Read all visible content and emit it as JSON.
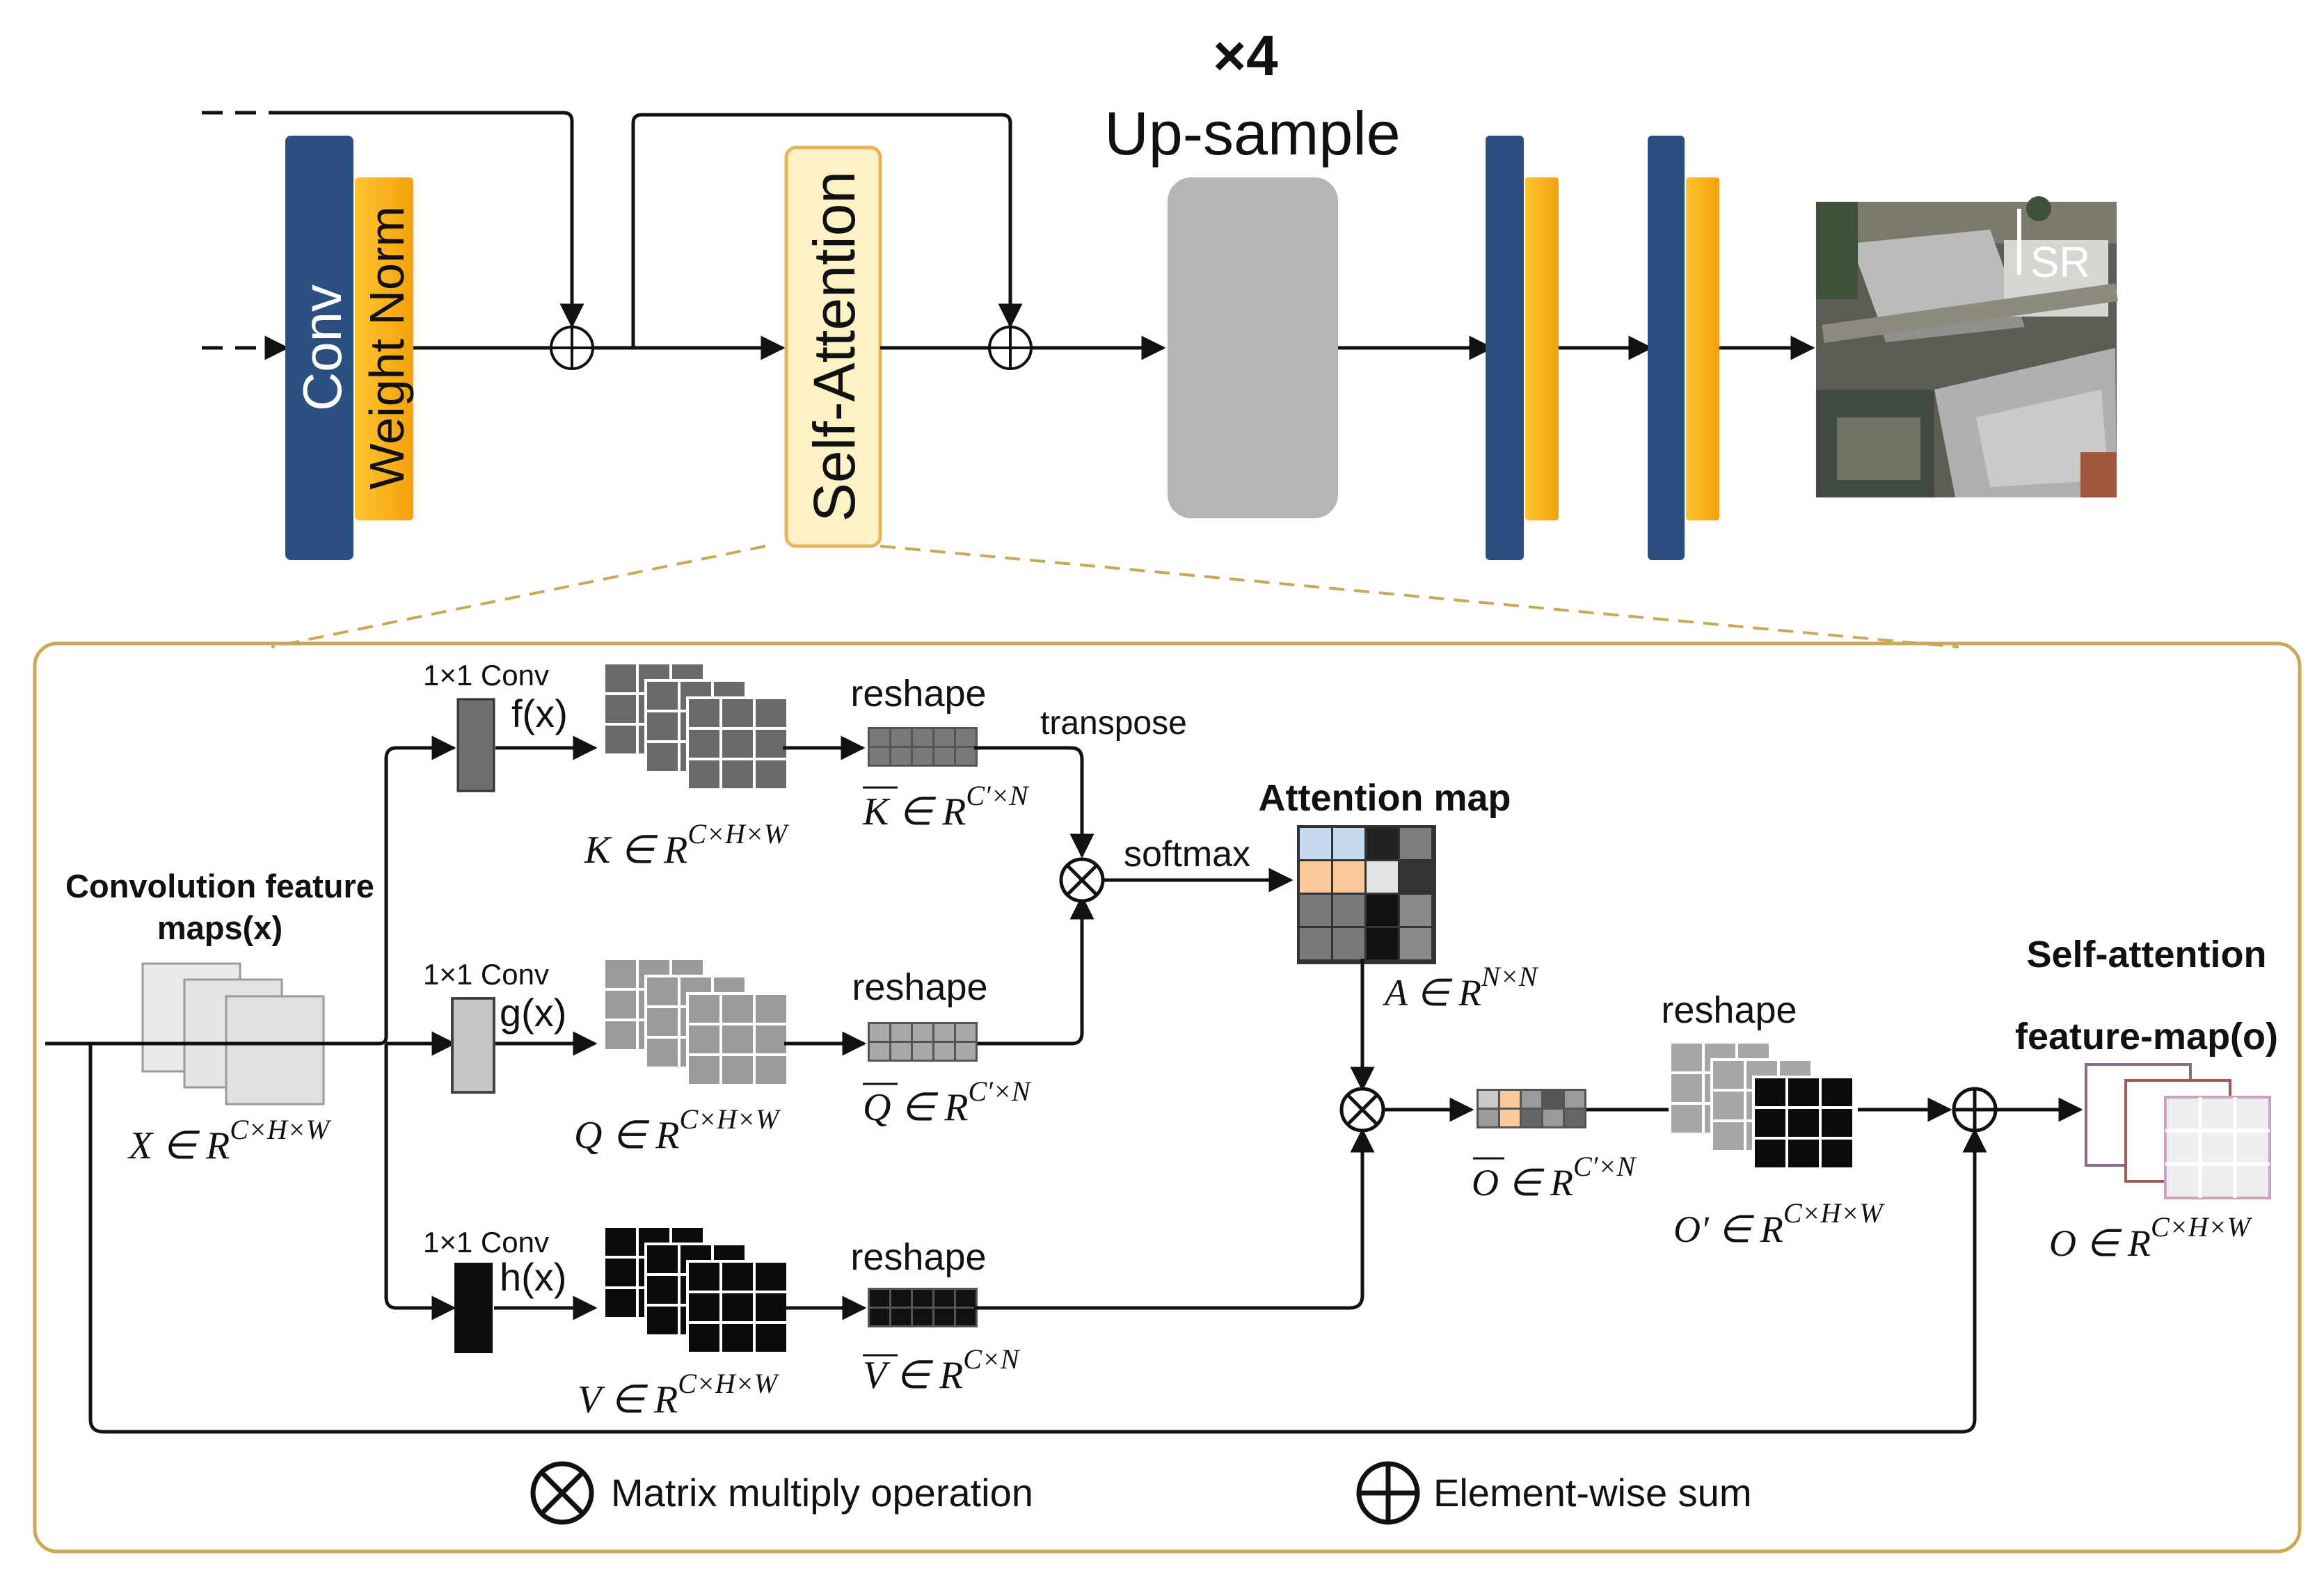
{
  "top": {
    "upsample_factor": "×4",
    "upsample_label": "Up-sample",
    "conv_label": "Conv",
    "weight_norm_label": "Weight Norm",
    "self_attention_label": "Self-Attention",
    "sr_label": "SR"
  },
  "detail": {
    "input_title_line1": "Convolution feature",
    "input_title_line2": "maps(x)",
    "input_formula": "X ∈ R",
    "input_formula_sup": "C×H×W",
    "branches": [
      {
        "conv_label": "1×1 Conv",
        "fn": "f(x)",
        "tensor": "K ∈ R",
        "tensor_sup": "C×H×W",
        "reshape": "reshape",
        "reshaped": "K ∈ R",
        "reshaped_sup": "C′×N"
      },
      {
        "conv_label": "1×1 Conv",
        "fn": "g(x)",
        "tensor": "Q ∈ R",
        "tensor_sup": "C×H×W",
        "reshape": "reshape",
        "reshaped": "Q ∈ R",
        "reshaped_sup": "C′×N"
      },
      {
        "conv_label": "1×1 Conv",
        "fn": "h(x)",
        "tensor": "V ∈ R",
        "tensor_sup": "C×H×W",
        "reshape": "reshape",
        "reshaped": "V ∈ R",
        "reshaped_sup": "C×N"
      }
    ],
    "transpose_label": "transpose",
    "softmax_label": "softmax",
    "attention_title": "Attention map",
    "attention_formula": "A ∈ R",
    "attention_formula_sup": "N×N",
    "o_bar_formula": "O ∈ R",
    "o_bar_formula_sup": "C′×N",
    "o_reshape_label": "reshape",
    "o_prime_formula": "O′ ∈ R",
    "o_prime_formula_sup": "C×H×W",
    "output_title_line1": "Self-attention",
    "output_title_line2": "feature-map(o)",
    "output_formula": "O ∈ R",
    "output_formula_sup": "C×H×W"
  },
  "legend": {
    "multiply_label": "Matrix multiply operation",
    "sum_label": "Element-wise sum"
  },
  "colors": {
    "navy": "#2b4f7e",
    "orange": "#fdb515",
    "gold_border": "#c9a957",
    "gray_block": "#b5b5b5",
    "attn_blue": "#c5d9f1",
    "attn_peach": "#f9c89b"
  }
}
